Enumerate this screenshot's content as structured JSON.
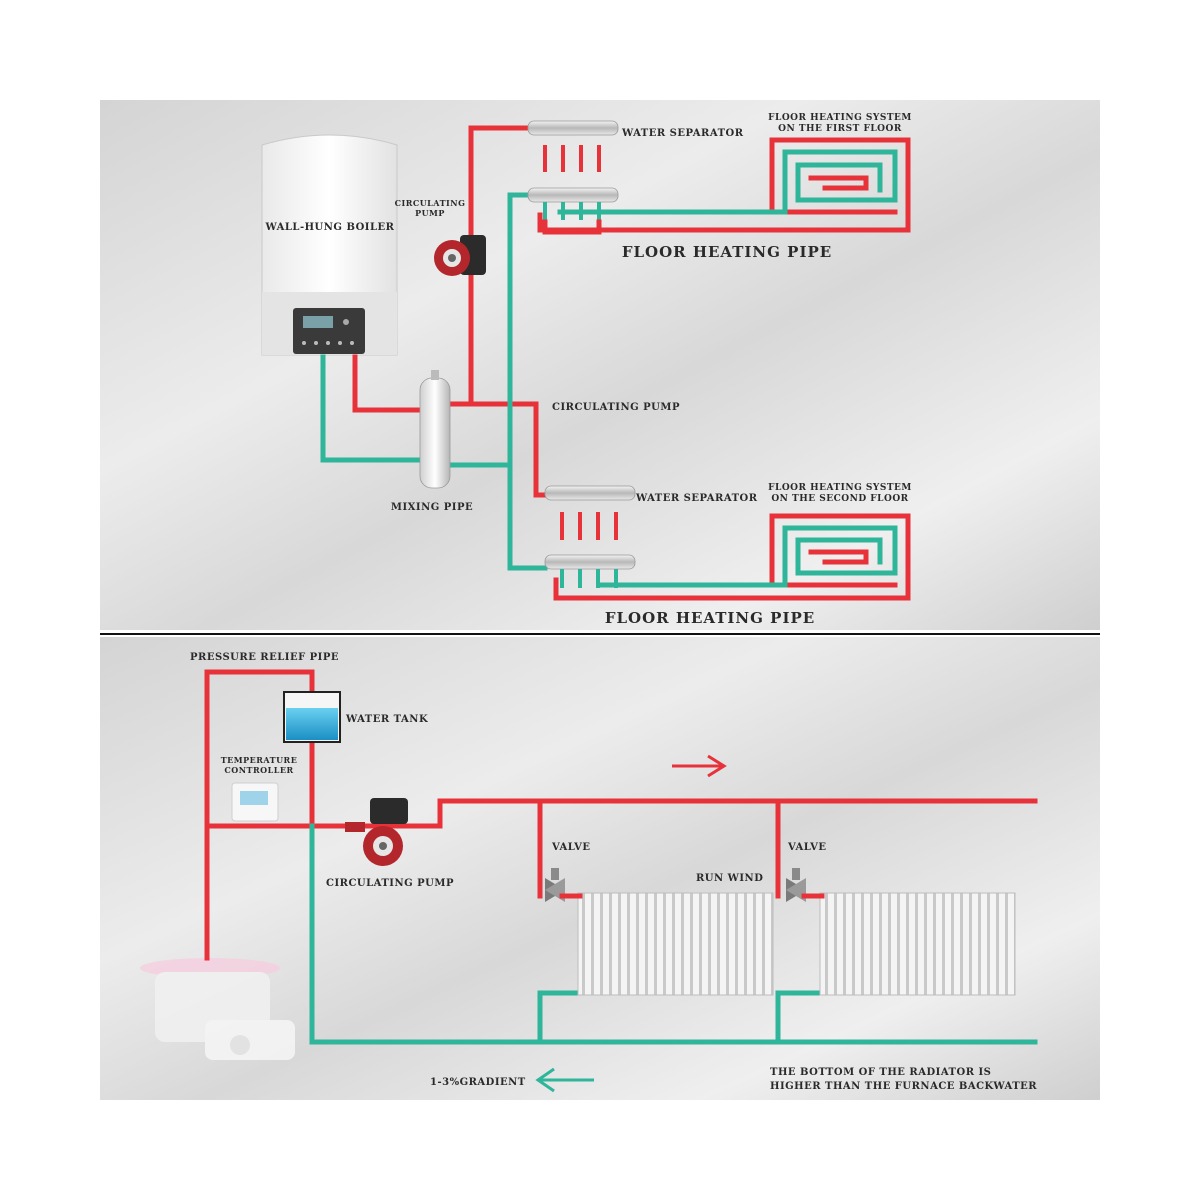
{
  "top": {
    "boiler_label": "WALL-HUNG BOILER",
    "pump_small_label": [
      "CIRCULATING",
      "PUMP"
    ],
    "pump_label": "CIRCULATING PUMP",
    "mixing_pipe_label": "MIXING PIPE",
    "separator_1_label": "WATER SEPARATOR",
    "separator_2_label": "WATER SEPARATOR",
    "floor1_label": [
      "FLOOR HEATING SYSTEM",
      "ON THE FIRST FLOOR"
    ],
    "floor2_label": [
      "FLOOR HEATING SYSTEM",
      "ON THE SECOND FLOOR"
    ],
    "floor_pipe_1": "FLOOR HEATING PIPE",
    "floor_pipe_2": "FLOOR HEATING PIPE"
  },
  "bottom": {
    "pressure_relief": "PRESSURE RELIEF PIPE",
    "water_tank": "WATER TANK",
    "temp_controller": [
      "TEMPERATURE",
      "CONTROLLER"
    ],
    "pump_label": "CIRCULATING PUMP",
    "valve_1": "VALVE",
    "valve_2": "VALVE",
    "run_wind": "RUN WIND",
    "gradient": "1-3%GRADIENT",
    "note": [
      "THE BOTTOM OF THE RADIATOR IS",
      "HIGHER THAN THE FURNACE BACKWATER"
    ]
  },
  "colors": {
    "hot": "#e8323a",
    "return": "#2fb59a",
    "panel": "#d9d9d9"
  }
}
